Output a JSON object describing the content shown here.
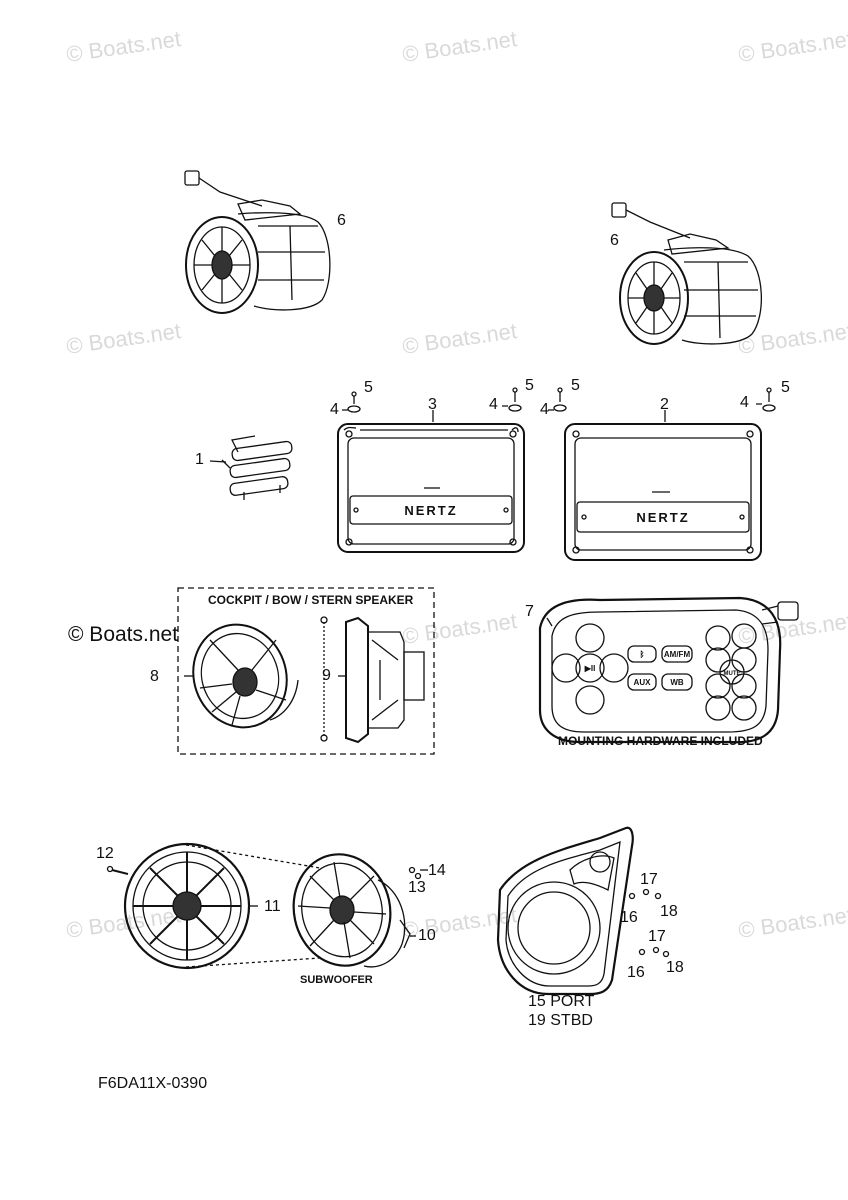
{
  "watermark_text": "© Boats.net",
  "diagram_code": "F6DA11X-0390",
  "captions": {
    "speaker_box": "COCKPIT / BOW / STERN SPEAKER",
    "mounting": "MOUNTING HARDWARE INCLUDED",
    "subwoofer": "SUBWOOFER"
  },
  "brand_text": "NERTZ",
  "parts": {
    "p1": "1",
    "p2": "2",
    "p3": "3",
    "p4a": "4",
    "p4b": "4",
    "p4c": "4",
    "p4d": "4",
    "p5a": "5",
    "p5b": "5",
    "p5c": "5",
    "p5d": "5",
    "p6a": "6",
    "p6b": "6",
    "p7": "7",
    "p8": "8",
    "p9": "9",
    "p10": "10",
    "p11": "11",
    "p12": "12",
    "p13": "13",
    "p14": "14",
    "p15": "15 PORT",
    "p19": "19 STBD",
    "p16a": "16",
    "p16b": "16",
    "p17a": "17",
    "p17b": "17",
    "p18a": "18",
    "p18b": "18"
  },
  "remote_buttons": {
    "am_fm": "AM/FM",
    "aux": "AUX",
    "wb": "WB",
    "mute": "MUTE",
    "play": "▶II",
    "bt": "ᛒ"
  }
}
